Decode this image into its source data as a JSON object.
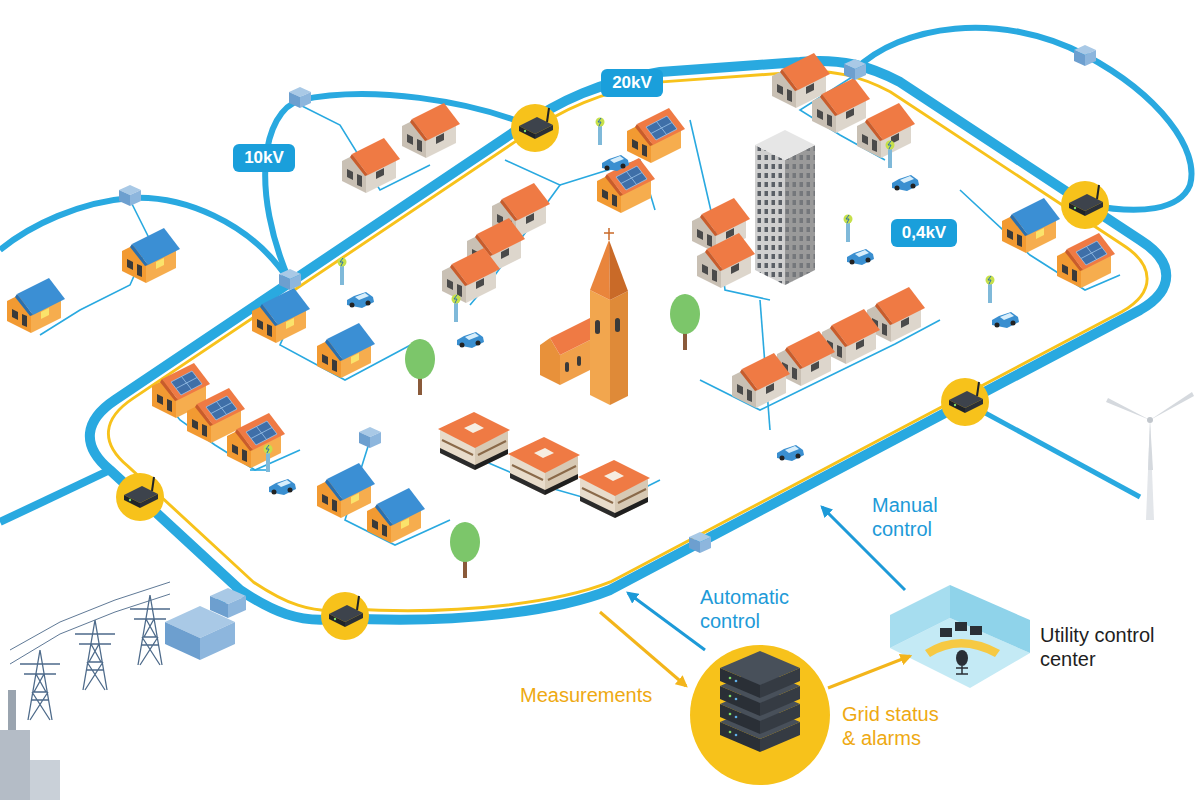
{
  "diagram": {
    "nodes": [
      {
        "text": [
          "20kV"
        ]
      },
      {
        "text": [
          "10kV"
        ]
      },
      {
        "text": [
          "0,4kV"
        ]
      },
      {
        "text": [
          "Utility control center"
        ]
      }
    ],
    "labels": [
      "Manual control",
      "Automatic control",
      "Measurements",
      "Grid status & alarms"
    ]
  }
}
